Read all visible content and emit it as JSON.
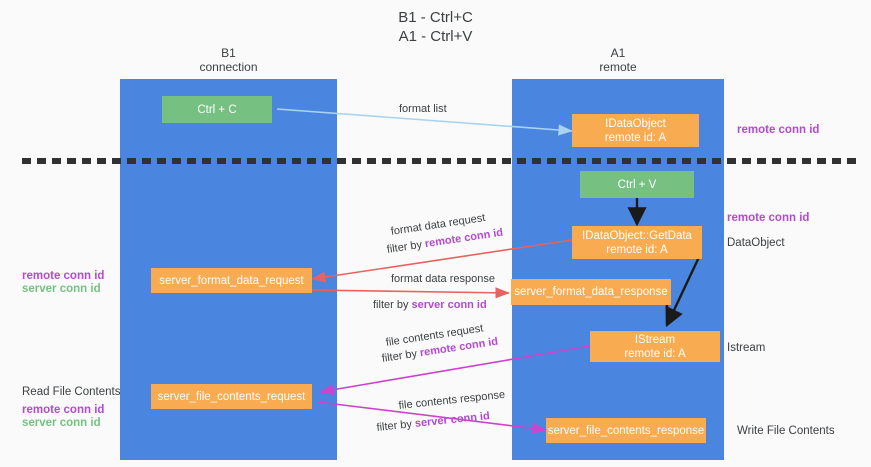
{
  "title": "B1 - Ctrl+C\nA1 - Ctrl+V",
  "columns": [
    {
      "id": "b1",
      "header": "B1\nconnection"
    },
    {
      "id": "a1",
      "header": "A1\nremote"
    }
  ],
  "nodes": {
    "ctrl_c": "Ctrl + C",
    "ctrl_v": "Ctrl + V",
    "idataobject": "IDataObject\nremote id: A",
    "idataobject_getdata": "IDataObject::GetData\nremote id: A",
    "istream": "IStream\nremote id: A",
    "server_format_data_request": "server_format_data_request",
    "server_format_data_response": "server_format_data_response",
    "server_file_contents_request": "server_file_contents_request",
    "server_file_contents_response": "server_file_contents_response"
  },
  "edge_labels": {
    "format_list": "format list",
    "format_data_request": "format data request",
    "format_data_request_filter_prefix": "filter by ",
    "format_data_request_filter_key": "remote conn id",
    "format_data_response": "format data response",
    "format_data_response_filter_prefix": "filter by ",
    "format_data_response_filter_key": "server conn id",
    "file_contents_request": "file contents request",
    "file_contents_request_filter_prefix": "filter by ",
    "file_contents_request_filter_key": "remote conn id",
    "file_contents_response": "file contents response",
    "file_contents_response_filter_prefix": "filter by ",
    "file_contents_response_filter_key": "server conn id"
  },
  "annotations": {
    "right_remote_conn_id_top": "remote conn id",
    "right_remote_conn_id_mid": "remote conn id",
    "right_dataobject": "DataObject",
    "right_istream": "Istream",
    "right_write_file_contents": "Write File Contents",
    "left_remote_conn_id": "remote conn id",
    "left_server_conn_id": "server conn id",
    "left_read_file_contents": "Read File Contents",
    "left_remote_conn_id_2": "remote conn id",
    "left_server_conn_id_2": "server conn id"
  },
  "colors": {
    "column_blue": "#4a86e0",
    "node_green": "#76c182",
    "node_orange": "#f9ab51",
    "accent_purple": "#b44ad0",
    "arrow_light_blue": "#a8d4f0",
    "arrow_red": "#e8625f",
    "arrow_magenta": "#cc44cc",
    "arrow_black": "#1a1a1a",
    "page_bg": "#fafafa"
  }
}
